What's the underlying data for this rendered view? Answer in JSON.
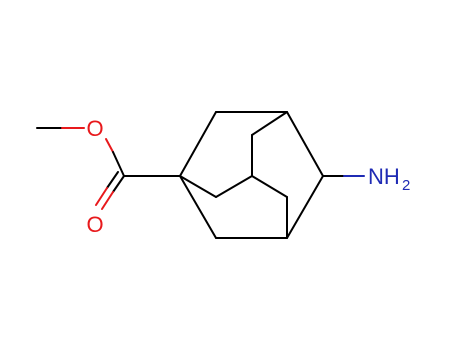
{
  "molecule": {
    "atom_labels": {
      "ester_oxygen": "O",
      "carbonyl_oxygen": "O",
      "amine_n": "NH",
      "amine_subscript": "2"
    },
    "colors": {
      "bond": "#000000",
      "oxygen": "#e8191c",
      "nitrogen": "#1f2bb4"
    }
  }
}
